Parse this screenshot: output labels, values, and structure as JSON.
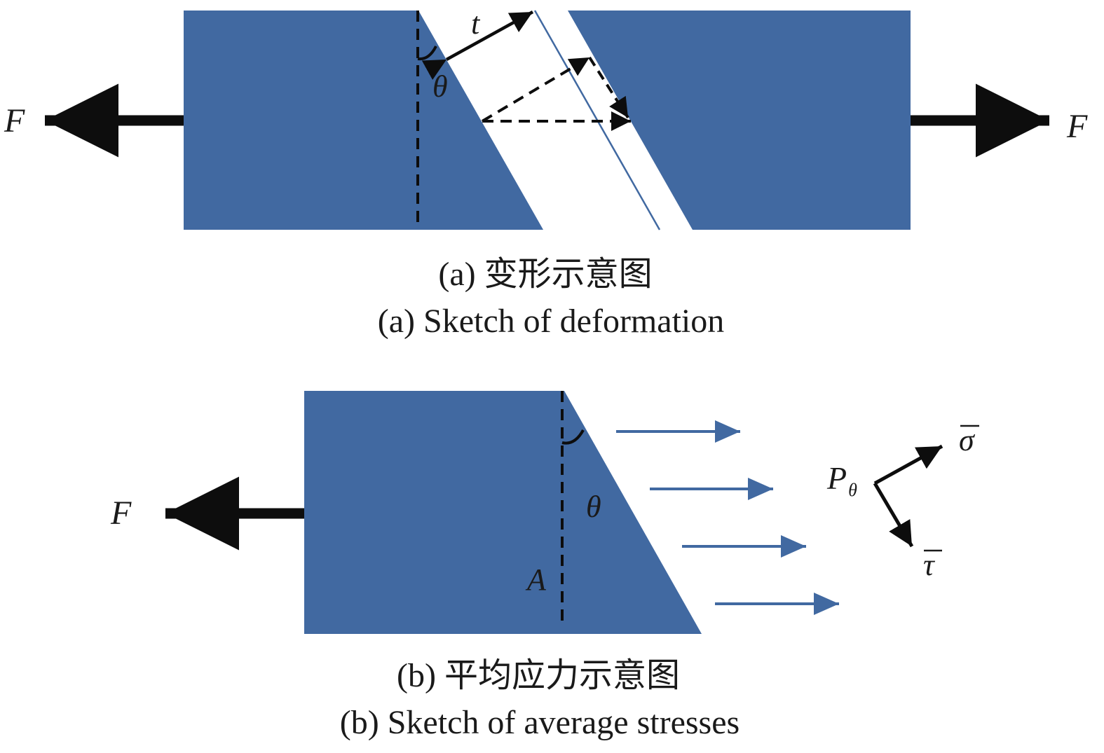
{
  "colors": {
    "specimen": "#4169a1",
    "arrow": "#0d0d0d",
    "stress_arrow": "#4169a1",
    "background": "#ffffff"
  },
  "panel_a": {
    "force_left": "F",
    "force_right": "F",
    "thickness_label": "t",
    "angle_label": "θ",
    "caption_cn": "(a) 变形示意图",
    "caption_en": "(a) Sketch of deformation"
  },
  "panel_b": {
    "force_left": "F",
    "angle_label": "θ",
    "area_label": "A",
    "point_label": "P",
    "point_subscript": "θ",
    "sigma_label": "σ",
    "tau_label": "τ",
    "caption_cn": "(b) 平均应力示意图",
    "caption_en": "(b) Sketch of average stresses"
  }
}
